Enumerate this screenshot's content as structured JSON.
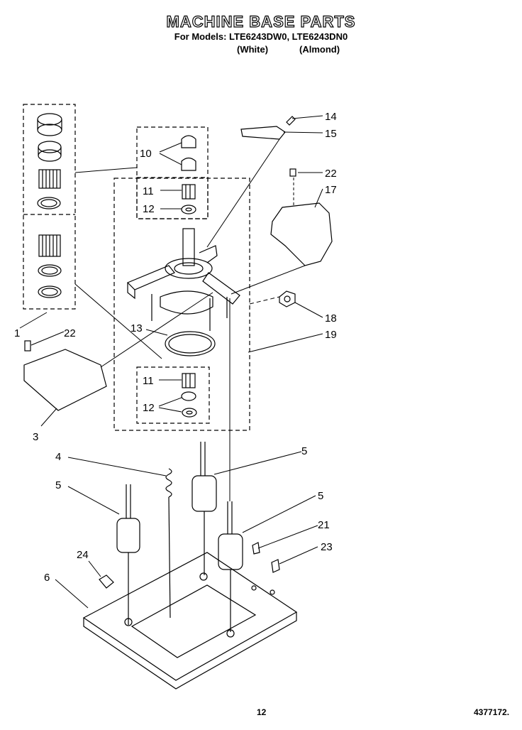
{
  "header": {
    "title": "MACHINE BASE PARTS",
    "models": "For Models: LTE6243DW0, LTE6243DN0",
    "variant_white": "(White)",
    "variant_almond": "(Almond)"
  },
  "callouts": {
    "c1": "1",
    "c3": "3",
    "c4": "4",
    "c5a": "5",
    "c5b": "5",
    "c5c": "5",
    "c6": "6",
    "c10": "10",
    "c11a": "11",
    "c11b": "11",
    "c12a": "12",
    "c12b": "12",
    "c13": "13",
    "c14": "14",
    "c15": "15",
    "c17": "17",
    "c18": "18",
    "c19": "19",
    "c21": "21",
    "c22a": "22",
    "c22b": "22",
    "c23": "23",
    "c24": "24"
  },
  "footer": {
    "page_number": "12",
    "doc_number": "4377172."
  }
}
